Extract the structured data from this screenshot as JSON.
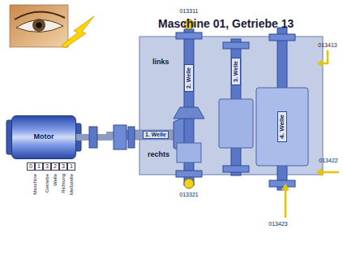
{
  "diagram": {
    "title": "Maschine 01, Getriebe 13",
    "nodes": [
      {
        "text": [
          "Motor"
        ]
      },
      {
        "text": [
          "1. Welle"
        ]
      },
      {
        "text": [
          "2. Welle"
        ]
      },
      {
        "text": [
          "3. Welle"
        ]
      },
      {
        "text": [
          "4. Welle"
        ]
      },
      {
        "text": [
          "0"
        ]
      },
      {
        "text": [
          "1"
        ]
      },
      {
        "text": [
          "3"
        ]
      },
      {
        "text": [
          "2"
        ]
      },
      {
        "text": [
          "3"
        ]
      },
      {
        "text": [
          "1"
        ]
      }
    ],
    "edges": [
      {
        "from": 0,
        "to": 1,
        "arrow": "none"
      }
    ],
    "labels": [
      "links",
      "rechts",
      "013311",
      "013321",
      "013413",
      "013422",
      "013423",
      "Maschine",
      "Getriebe",
      "Welle",
      "Richtung",
      "Meßstelle"
    ]
  }
}
